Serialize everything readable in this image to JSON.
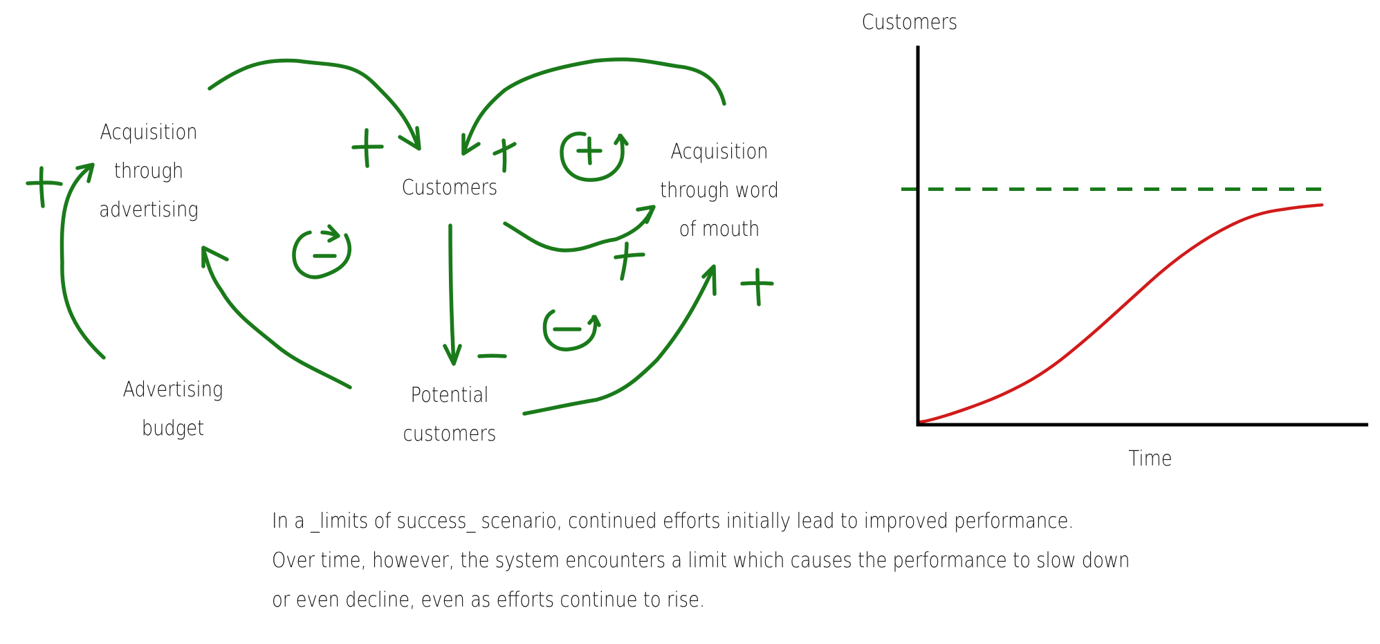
{
  "diagram": {
    "nodes": {
      "acq_adv": "Acquisition\nthrough\nadvertising",
      "customers": "Customers",
      "acq_wom": "Acquisition\nthrough word\nof mouth",
      "adv_budget": "Advertising\nbudget",
      "potential": "Potential\ncustomers"
    },
    "link_signs": {
      "budget_to_adv": "+",
      "adv_to_customers": "+",
      "wom_to_customers": "+",
      "customers_to_wom": "+",
      "customers_to_potential": "−",
      "potential_to_wom": "+"
    },
    "loop_markers": {
      "advertising_loop": "−",
      "wom_reinforcing_loop": "+",
      "wom_balancing_loop": "−"
    },
    "colors": {
      "links": "#1a7a1a",
      "curve": "#d11a1a",
      "axes": "#000000",
      "limit": "#1a7a1a"
    }
  },
  "chart_data": {
    "type": "line",
    "title": "",
    "xlabel": "Time",
    "ylabel": "Customers",
    "grid": false,
    "series": [
      {
        "values": [
          [
            0,
            0.01
          ],
          [
            0.03,
            0.02
          ],
          [
            0.1,
            0.06
          ],
          [
            0.2,
            0.13
          ],
          [
            0.3,
            0.23
          ],
          [
            0.4,
            0.38
          ],
          [
            0.5,
            0.55
          ],
          [
            0.6,
            0.72
          ],
          [
            0.7,
            0.85
          ],
          [
            0.8,
            0.94
          ],
          [
            0.9,
            0.97
          ],
          [
            0.96,
            0.98
          ]
        ]
      }
    ],
    "reference_lines": [
      {
        "orientation": "horizontal",
        "y": 1.05,
        "style": "dashed"
      }
    ],
    "xlim": [
      0,
      1.07
    ],
    "ylim": [
      0,
      1.69
    ]
  },
  "caption": {
    "lines": [
      "In a _limits of success_ scenario, continued efforts initially lead to improved performance.",
      "Over time, however, the system encounters a limit which causes the performance to slow down",
      "or even decline, even as efforts continue to rise."
    ]
  }
}
